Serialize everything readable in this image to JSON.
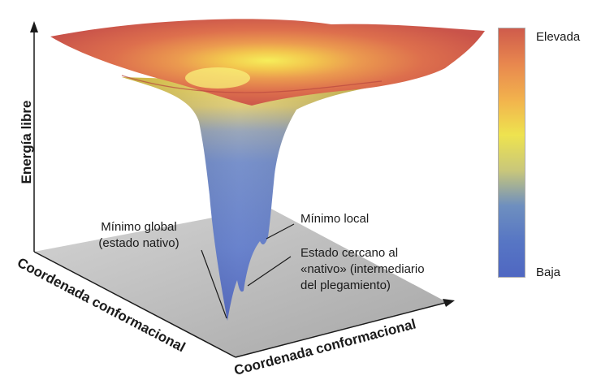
{
  "axes": {
    "y_label": "Energía libre",
    "x_label_left": "Coordenada conformacional",
    "x_label_right": "Coordenada conformacional"
  },
  "annotations": {
    "global_min_line1": "Mínimo global",
    "global_min_line2": "(estado nativo)",
    "local_min": "Mínimo local",
    "near_native_line1": "Estado cercano al",
    "near_native_line2": "«nativo» (intermediario",
    "near_native_line3": "del plegamiento)"
  },
  "colorbar": {
    "high_label": "Elevada",
    "low_label": "Baja",
    "colors": [
      "#cf5b4c",
      "#e8874e",
      "#f2b24d",
      "#eee34f",
      "#c9c77a",
      "#6e8fbf",
      "#5776c4",
      "#4f67c2"
    ]
  }
}
